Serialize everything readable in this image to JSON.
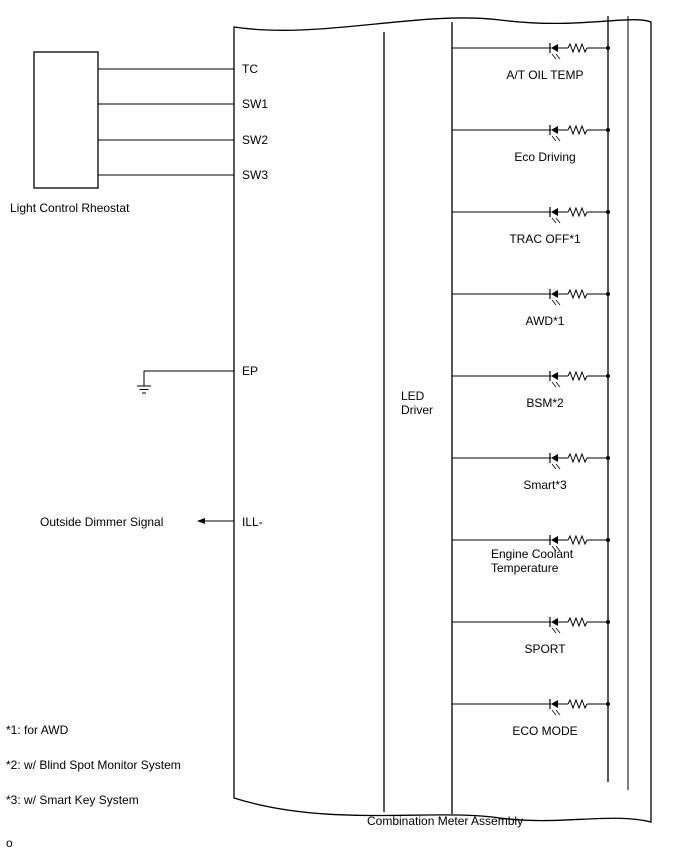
{
  "rheostat": {
    "label": "Light Control Rheostat"
  },
  "meter": {
    "label": "Combination Meter Assembly",
    "driver_label_line1": "LED",
    "driver_label_line2": "Driver"
  },
  "terminals": {
    "tc": "TC",
    "sw1": "SW1",
    "sw2": "SW2",
    "sw3": "SW3",
    "ep": "EP",
    "ill": "ILL-"
  },
  "outside_signal": "Outside Dimmer Signal",
  "indicators": [
    {
      "line1": "A/T OIL TEMP",
      "line2": ""
    },
    {
      "line1": "Eco Driving",
      "line2": ""
    },
    {
      "line1": "TRAC OFF*1",
      "line2": ""
    },
    {
      "line1": "AWD*1",
      "line2": ""
    },
    {
      "line1": "BSM*2",
      "line2": ""
    },
    {
      "line1": "Smart*3",
      "line2": ""
    },
    {
      "line1": "Engine Coolant",
      "line2": "Temperature"
    },
    {
      "line1": "SPORT",
      "line2": ""
    },
    {
      "line1": "ECO MODE",
      "line2": ""
    }
  ],
  "notes": [
    "*1: for AWD",
    "*2: w/ Blind Spot Monitor System",
    "*3: w/ Smart Key System"
  ],
  "figure_code": "o"
}
